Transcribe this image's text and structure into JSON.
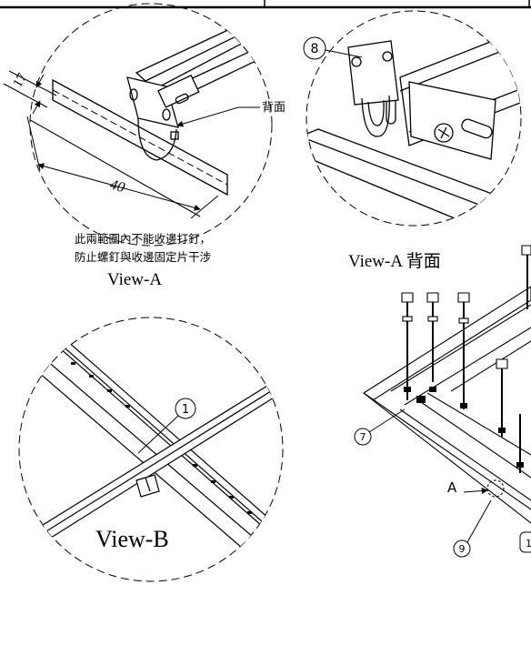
{
  "view_a": {
    "title": "View-A",
    "dimension_small": "17",
    "dimension_length": "40",
    "back_label": "背面",
    "note_line1": "此兩範圍內不能收邊打釘，",
    "note_line2": "防止螺釘與收邊固定片干涉"
  },
  "view_a_back": {
    "title": "View-A 背面",
    "callout": "8"
  },
  "view_b": {
    "title": "View-B",
    "callout": "1"
  },
  "iso": {
    "callout_7": "7",
    "callout_9": "9",
    "detail_ref": "A",
    "callout_partial": "1"
  }
}
